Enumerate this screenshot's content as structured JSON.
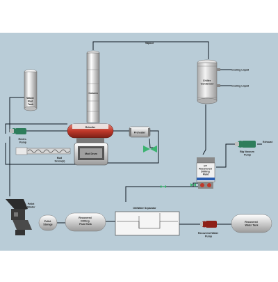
{
  "diagram": {
    "labels": {
      "vapour": "Vapour",
      "column": "Column",
      "waste_mud_tank": [
        "Waste",
        "Mud",
        "Tank"
      ],
      "reboiler": "Reboiler",
      "preheater": "Preheater",
      "recirc_pump": [
        "Recirc.",
        "Pump"
      ],
      "mud_screw": [
        "Mud",
        "Screw(s)"
      ],
      "mud_drum": "Mud Drum",
      "chiller_condenser": [
        "Chiller",
        "Condenser"
      ],
      "cooling_liquid_top": "Cooling Liquid",
      "cooling_liquid_mid": "Cooling Liquid",
      "exhaust": "Exhaust",
      "big_vacuum_pump": [
        "Big Vacuum",
        "Pump"
      ],
      "ct_fluid": [
        "CT",
        "Recovered",
        "Drilling",
        "Fluid"
      ],
      "oil_water_separator": "Oil/Water Separator",
      "pellet_binder": [
        "Pellet",
        "Binder"
      ],
      "pellet_storage": [
        "Pellet",
        "Storage"
      ],
      "recovered_drilling_fluid_tank": [
        "Recovered",
        "Drilling",
        "Fluid Tank"
      ],
      "recovered_water_tank": [
        "Recovered",
        "Water Tank"
      ],
      "recovered_water_pump": [
        "Recovered Water",
        "Pump"
      ]
    },
    "colors": {
      "background": "#b9ccd7",
      "pipe": "#101820",
      "reboiler": "#c0392b",
      "pump": "#2e7d5b",
      "valve": "#3cb371",
      "tank": "#f2f2f2",
      "ct_band": "#2a5db0"
    }
  }
}
